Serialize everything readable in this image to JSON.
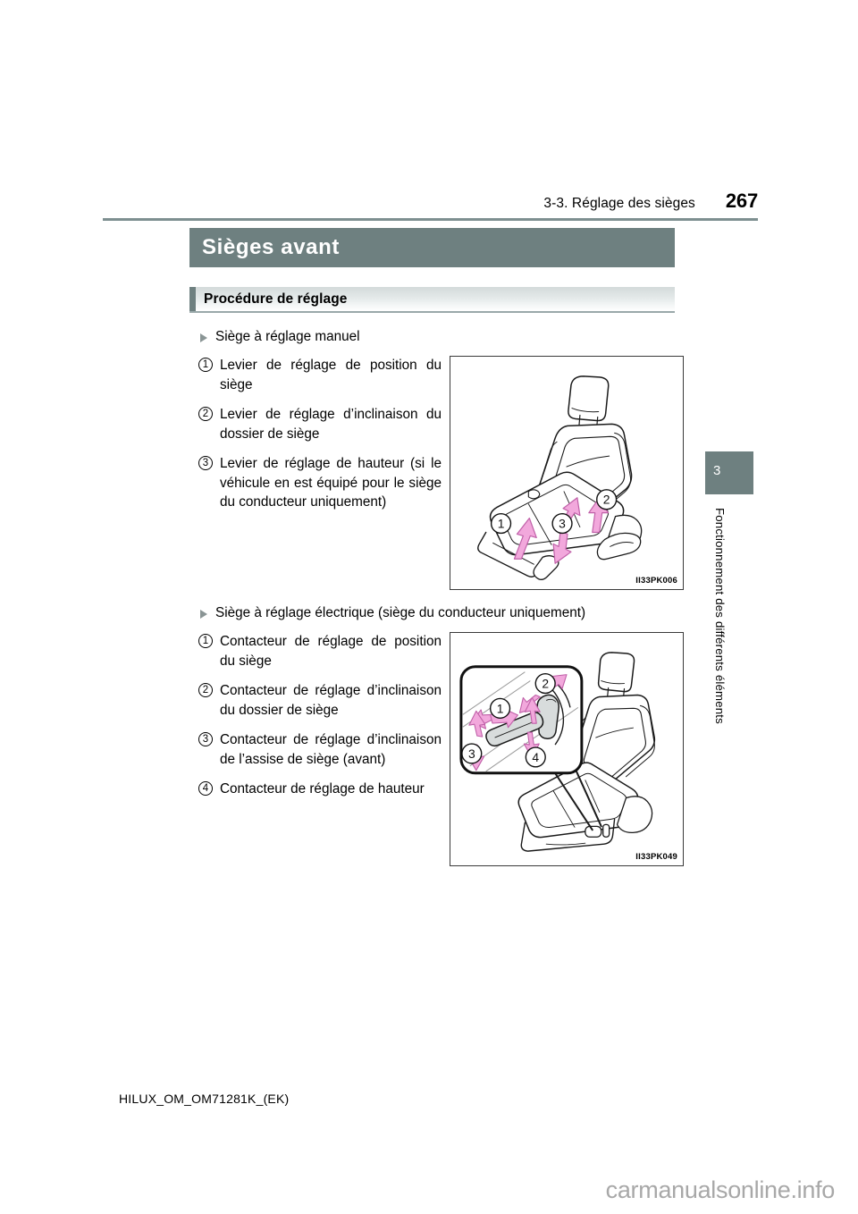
{
  "header": {
    "section_title": "3-3. Réglage des sièges",
    "page_number": "267"
  },
  "chapter_title": "Sièges avant",
  "section": {
    "title": "Procédure de réglage"
  },
  "manual_seat": {
    "heading": "Siège à réglage manuel",
    "items": [
      {
        "num": "1",
        "text": "Levier de réglage de position du siège"
      },
      {
        "num": "2",
        "text": "Levier de réglage d’inclinaison du dossier de siège"
      },
      {
        "num": "3",
        "text": "Levier de réglage de hauteur (si le véhicule en est équipé pour le siège du conducteur uniquement)"
      }
    ],
    "figure": {
      "code": "II33PK006",
      "callouts": [
        "1",
        "2",
        "3"
      ]
    }
  },
  "power_seat": {
    "heading": "Siège à réglage électrique (siège du conducteur uniquement)",
    "items": [
      {
        "num": "1",
        "text": "Contacteur de réglage de position du siège"
      },
      {
        "num": "2",
        "text": "Contacteur de réglage d’inclinaison du dossier de siège"
      },
      {
        "num": "3",
        "text": "Contacteur de réglage d’inclinaison de l’assise de siège (avant)"
      },
      {
        "num": "4",
        "text": "Contacteur de réglage de hauteur"
      }
    ],
    "figure": {
      "code": "II33PK049",
      "callouts": [
        "1",
        "2",
        "3",
        "4"
      ]
    }
  },
  "sidebar": {
    "chapter_number": "3",
    "chapter_label": "Fonctionnement des différents éléments"
  },
  "footer": {
    "document_code": "HILUX_OM_OM71281K_(EK)",
    "watermark": "carmanualsonline.info"
  },
  "colors": {
    "accent_slate": "#6e8080",
    "rule": "#7d8f90",
    "arrow_pink": "#f2a8dc",
    "bullet_gray": "#8a9595"
  }
}
